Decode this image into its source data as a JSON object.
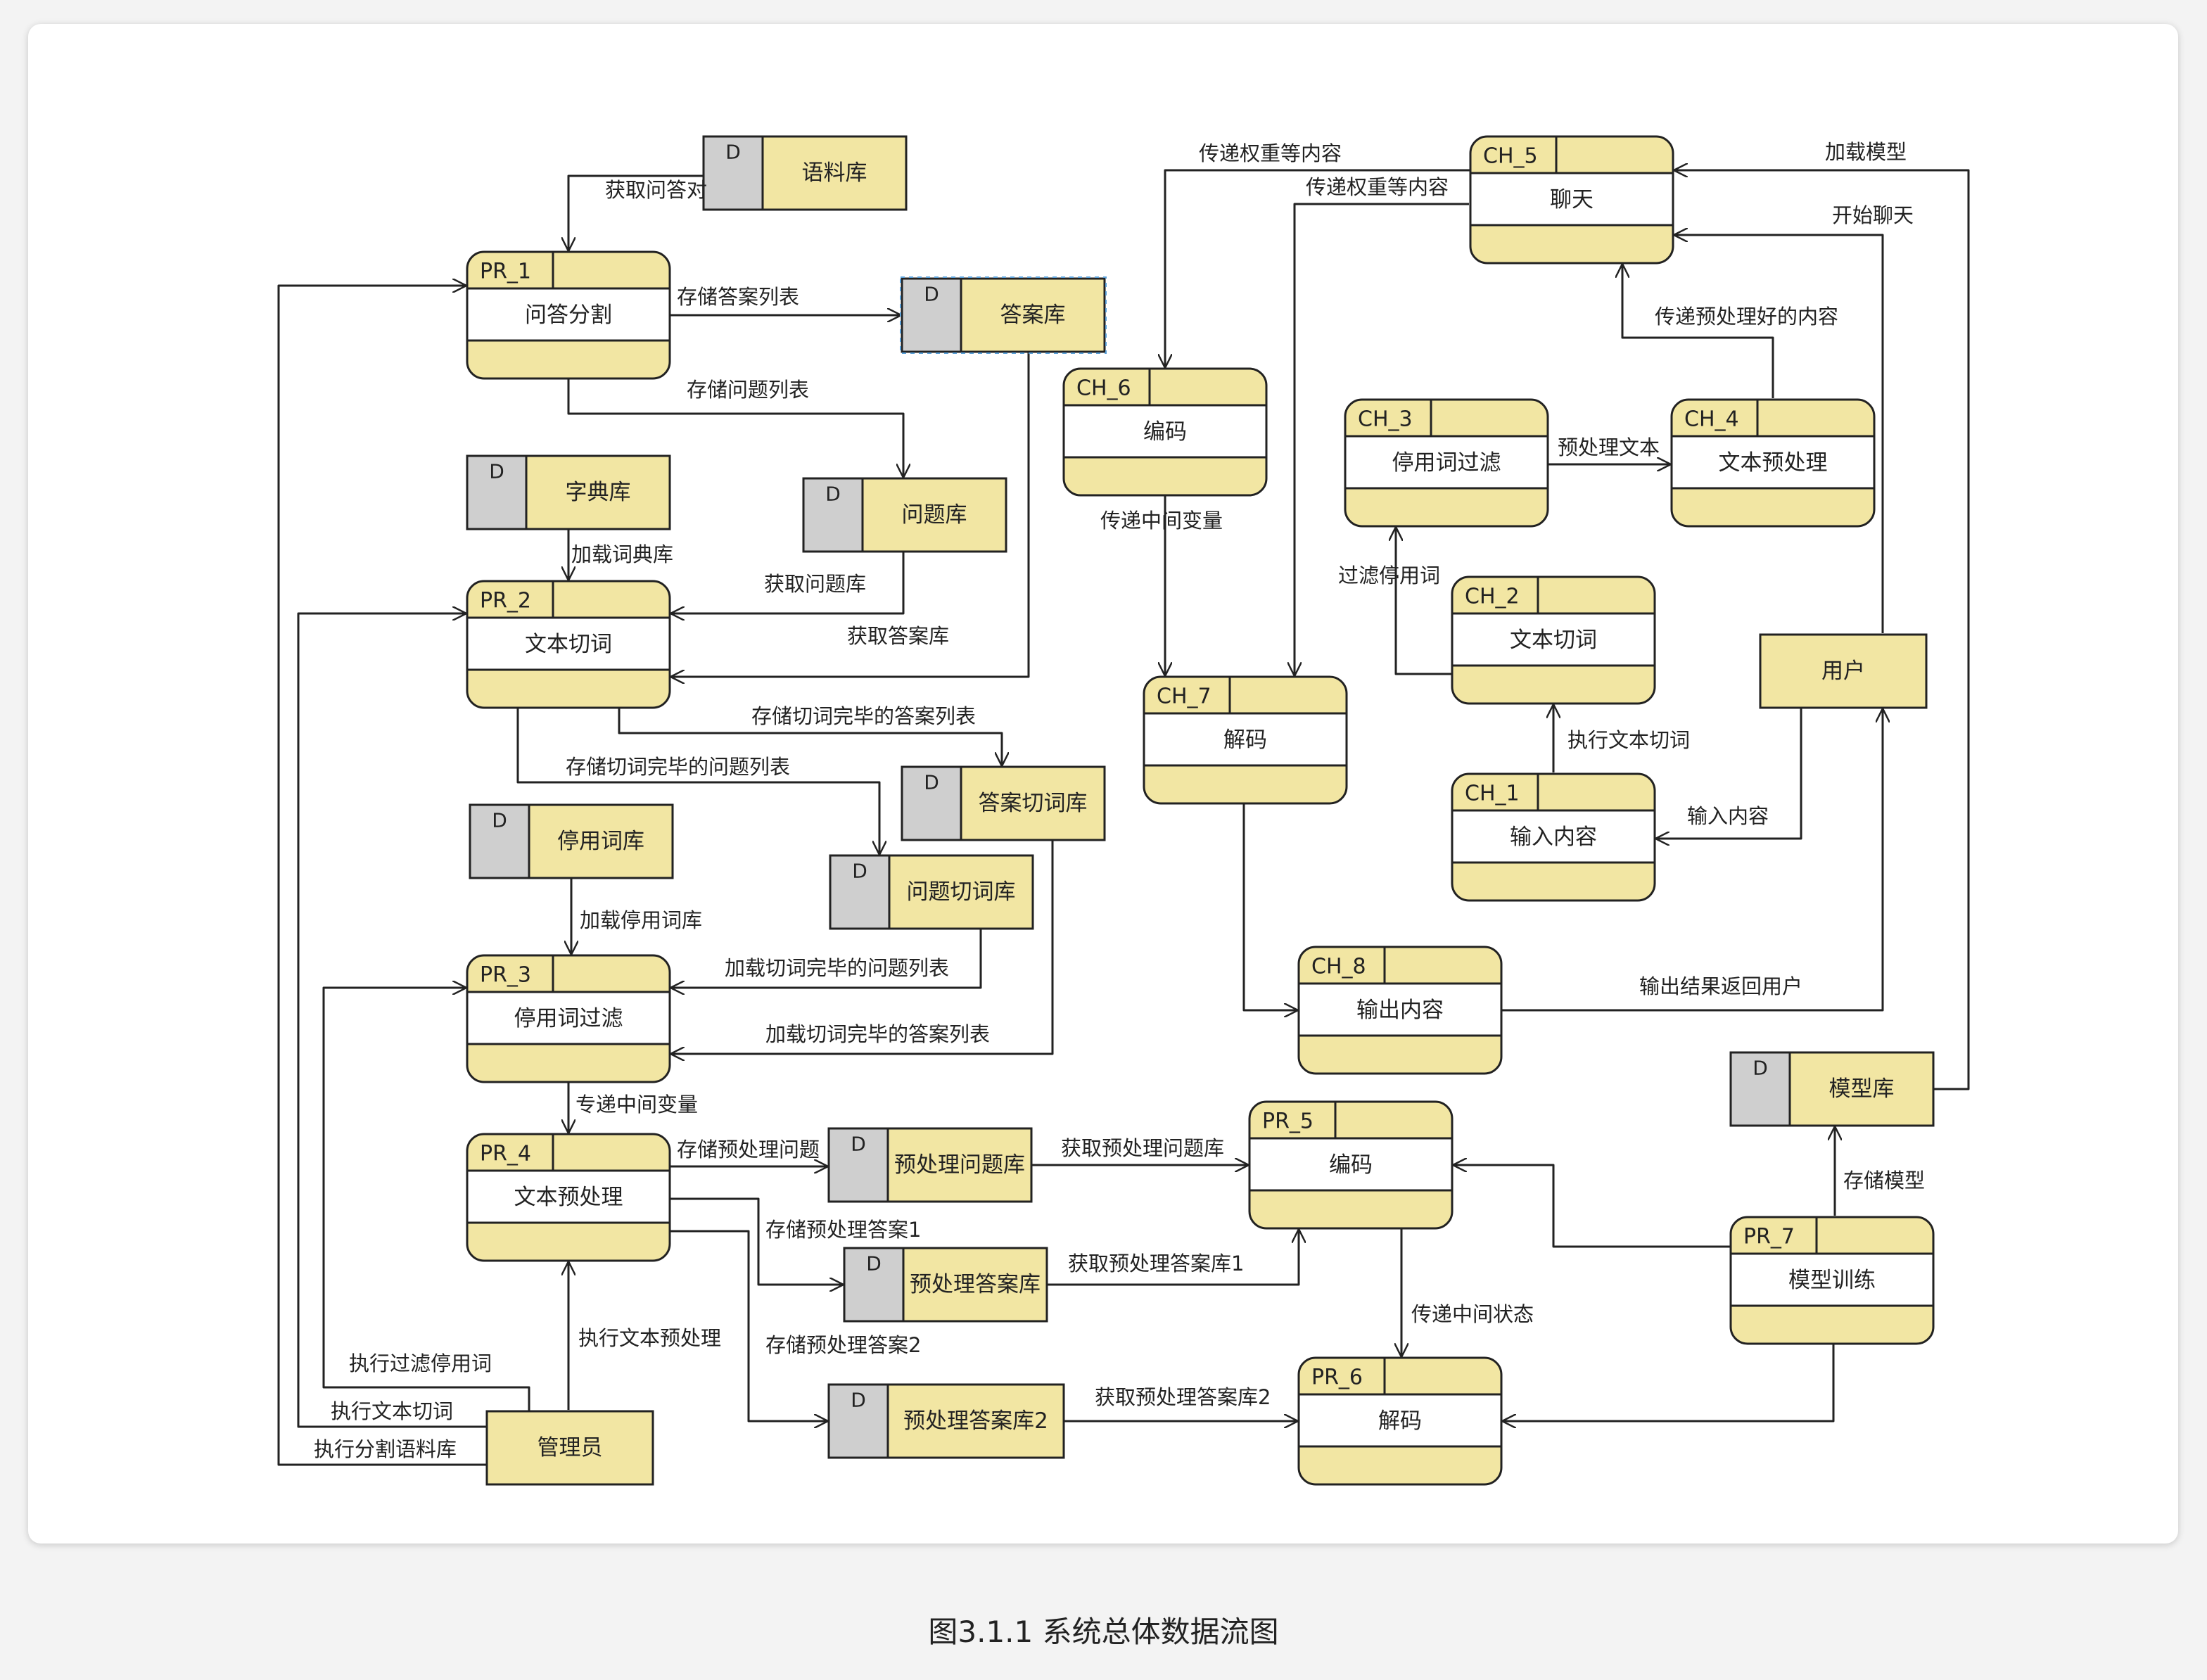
{
  "caption": "图3.1.1 系统总体数据流图",
  "colors": {
    "fill": "#f2e6a3",
    "store_gray": "#cfcfcf",
    "line": "#222222",
    "background": "#ffffff"
  },
  "processes": [
    {
      "id": "PR_1",
      "label": "问答分割"
    },
    {
      "id": "PR_2",
      "label": "文本切词"
    },
    {
      "id": "PR_3",
      "label": "停用词过滤"
    },
    {
      "id": "PR_4",
      "label": "文本预处理"
    },
    {
      "id": "PR_5",
      "label": "编码"
    },
    {
      "id": "PR_6",
      "label": "解码"
    },
    {
      "id": "PR_7",
      "label": "模型训练"
    },
    {
      "id": "CH_1",
      "label": "输入内容"
    },
    {
      "id": "CH_2",
      "label": "文本切词"
    },
    {
      "id": "CH_3",
      "label": "停用词过滤"
    },
    {
      "id": "CH_4",
      "label": "文本预处理"
    },
    {
      "id": "CH_5",
      "label": "聊天"
    },
    {
      "id": "CH_6",
      "label": "编码"
    },
    {
      "id": "CH_7",
      "label": "解码"
    },
    {
      "id": "CH_8",
      "label": "输出内容"
    }
  ],
  "stores": [
    {
      "tag": "D",
      "label": "语料库"
    },
    {
      "tag": "D",
      "label": "答案库"
    },
    {
      "tag": "D",
      "label": "问题库"
    },
    {
      "tag": "D",
      "label": "字典库"
    },
    {
      "tag": "D",
      "label": "答案切词库"
    },
    {
      "tag": "D",
      "label": "问题切词库"
    },
    {
      "tag": "D",
      "label": "停用词库"
    },
    {
      "tag": "D",
      "label": "预处理问题库"
    },
    {
      "tag": "D",
      "label": "预处理答案库"
    },
    {
      "tag": "D",
      "label": "预处理答案库2"
    },
    {
      "tag": "D",
      "label": "模型库"
    }
  ],
  "entities": [
    {
      "label": "管理员"
    },
    {
      "label": "用户"
    }
  ],
  "flows": [
    "获取问答对",
    "存储答案列表",
    "存储问题列表",
    "加载词典库",
    "获取问题库",
    "获取答案库",
    "存储切词完毕的答案列表",
    "存储切词完毕的问题列表",
    "加载停用词库",
    "加载切词完毕的问题列表",
    "加载切词完毕的答案列表",
    "专递中间变量",
    "存储预处理问题",
    "存储预处理答案1",
    "存储预处理答案2",
    "执行文本预处理",
    "执行过滤停用词",
    "执行文本切词",
    "执行分割语料库",
    "获取预处理问题库",
    "获取预处理答案库1",
    "获取预处理答案库2",
    "传递中间状态",
    "存储模型",
    "传递权重等内容",
    "传递权重等内容",
    "加载模型",
    "开始聊天",
    "传递预处理好的内容",
    "预处理文本",
    "过滤停用词",
    "执行文本切词",
    "输入内容",
    "传递中间变量",
    "输出结果返回用户"
  ]
}
